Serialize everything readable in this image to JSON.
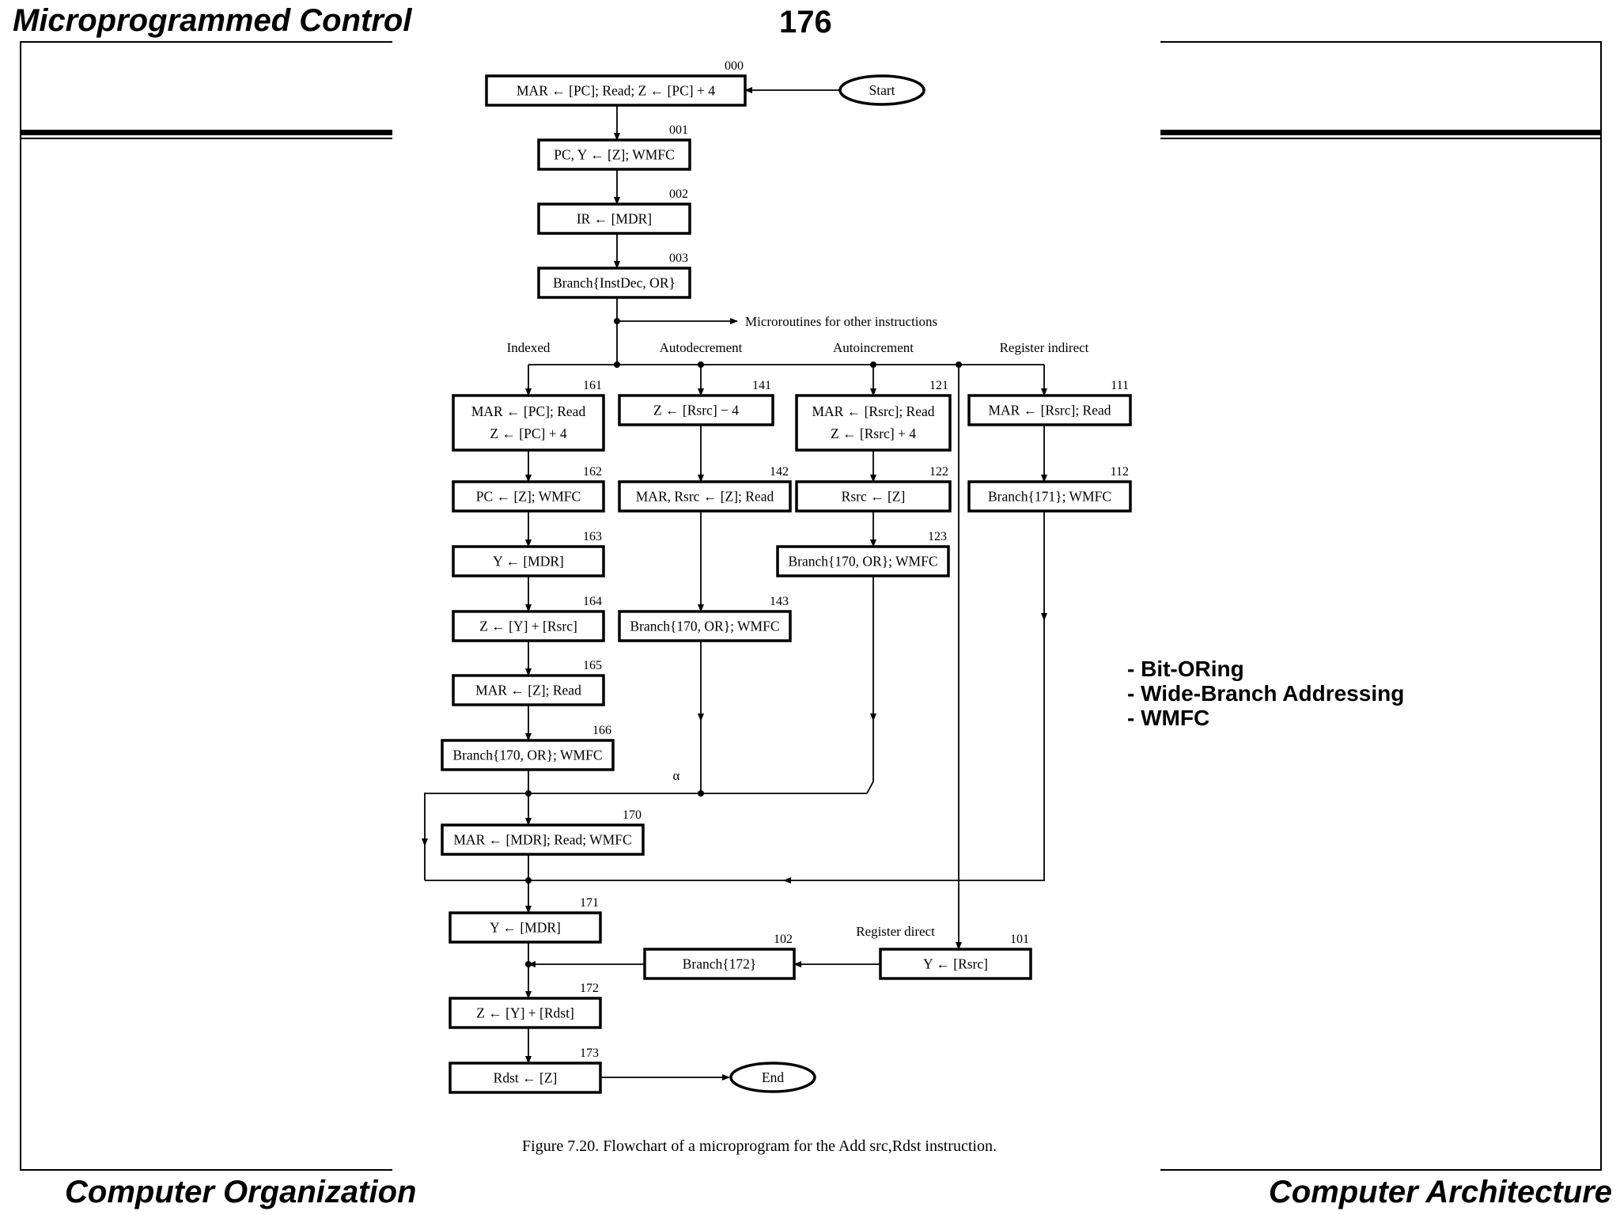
{
  "header": {
    "title": "Microprogrammed Control",
    "page_number": "176"
  },
  "footer": {
    "left": "Computer Organization",
    "right": "Computer Architecture"
  },
  "bullets": [
    "- Bit-ORing",
    "- Wide-Branch Addressing",
    "- WMFC"
  ],
  "figure": {
    "caption": "Figure 7.20.   Flowchart of a microprogram for the Add src,Rdst instruction.",
    "start_label": "Start",
    "end_label": "End",
    "other_label": "Microroutines for other instructions",
    "alpha": "α",
    "branch_labels": {
      "indexed": "Indexed",
      "autodecrement": "Autodecrement",
      "autoincrement": "Autoincrement",
      "register_indirect": "Register indirect",
      "register_direct": "Register direct"
    },
    "steps": {
      "s000": {
        "addr": "000",
        "lines": [
          "MAR ← [PC]; Read; Z ← [PC] + 4"
        ]
      },
      "s001": {
        "addr": "001",
        "lines": [
          "PC, Y ← [Z]; WMFC"
        ]
      },
      "s002": {
        "addr": "002",
        "lines": [
          "IR ← [MDR]"
        ]
      },
      "s003": {
        "addr": "003",
        "lines": [
          "Branch{InstDec, OR}"
        ]
      },
      "s161": {
        "addr": "161",
        "lines": [
          "MAR ← [PC]; Read",
          "Z ← [PC] + 4"
        ]
      },
      "s162": {
        "addr": "162",
        "lines": [
          "PC ← [Z]; WMFC"
        ]
      },
      "s163": {
        "addr": "163",
        "lines": [
          "Y ← [MDR]"
        ]
      },
      "s164": {
        "addr": "164",
        "lines": [
          "Z ← [Y] + [Rsrc]"
        ]
      },
      "s165": {
        "addr": "165",
        "lines": [
          "MAR ← [Z]; Read"
        ]
      },
      "s166": {
        "addr": "166",
        "lines": [
          "Branch{170, OR}; WMFC"
        ]
      },
      "s141": {
        "addr": "141",
        "lines": [
          "Z ← [Rsrc] − 4"
        ]
      },
      "s142": {
        "addr": "142",
        "lines": [
          "MAR, Rsrc ← [Z]; Read"
        ]
      },
      "s143": {
        "addr": "143",
        "lines": [
          "Branch{170, OR}; WMFC"
        ]
      },
      "s121": {
        "addr": "121",
        "lines": [
          "MAR ← [Rsrc]; Read",
          "Z ← [Rsrc] + 4"
        ]
      },
      "s122": {
        "addr": "122",
        "lines": [
          "Rsrc ← [Z]"
        ]
      },
      "s123": {
        "addr": "123",
        "lines": [
          "Branch{170, OR}; WMFC"
        ]
      },
      "s111": {
        "addr": "111",
        "lines": [
          "MAR ← [Rsrc]; Read"
        ]
      },
      "s112": {
        "addr": "112",
        "lines": [
          "Branch{171}; WMFC"
        ]
      },
      "s170": {
        "addr": "170",
        "lines": [
          "MAR ← [MDR]; Read; WMFC"
        ]
      },
      "s171": {
        "addr": "171",
        "lines": [
          "Y ← [MDR]"
        ]
      },
      "s102": {
        "addr": "102",
        "lines": [
          "Branch{172}"
        ]
      },
      "s101": {
        "addr": "101",
        "lines": [
          "Y ← [Rsrc]"
        ]
      },
      "s172": {
        "addr": "172",
        "lines": [
          "Z ← [Y] + [Rdst]"
        ]
      },
      "s173": {
        "addr": "173",
        "lines": [
          "Rdst ← [Z]"
        ]
      }
    }
  }
}
